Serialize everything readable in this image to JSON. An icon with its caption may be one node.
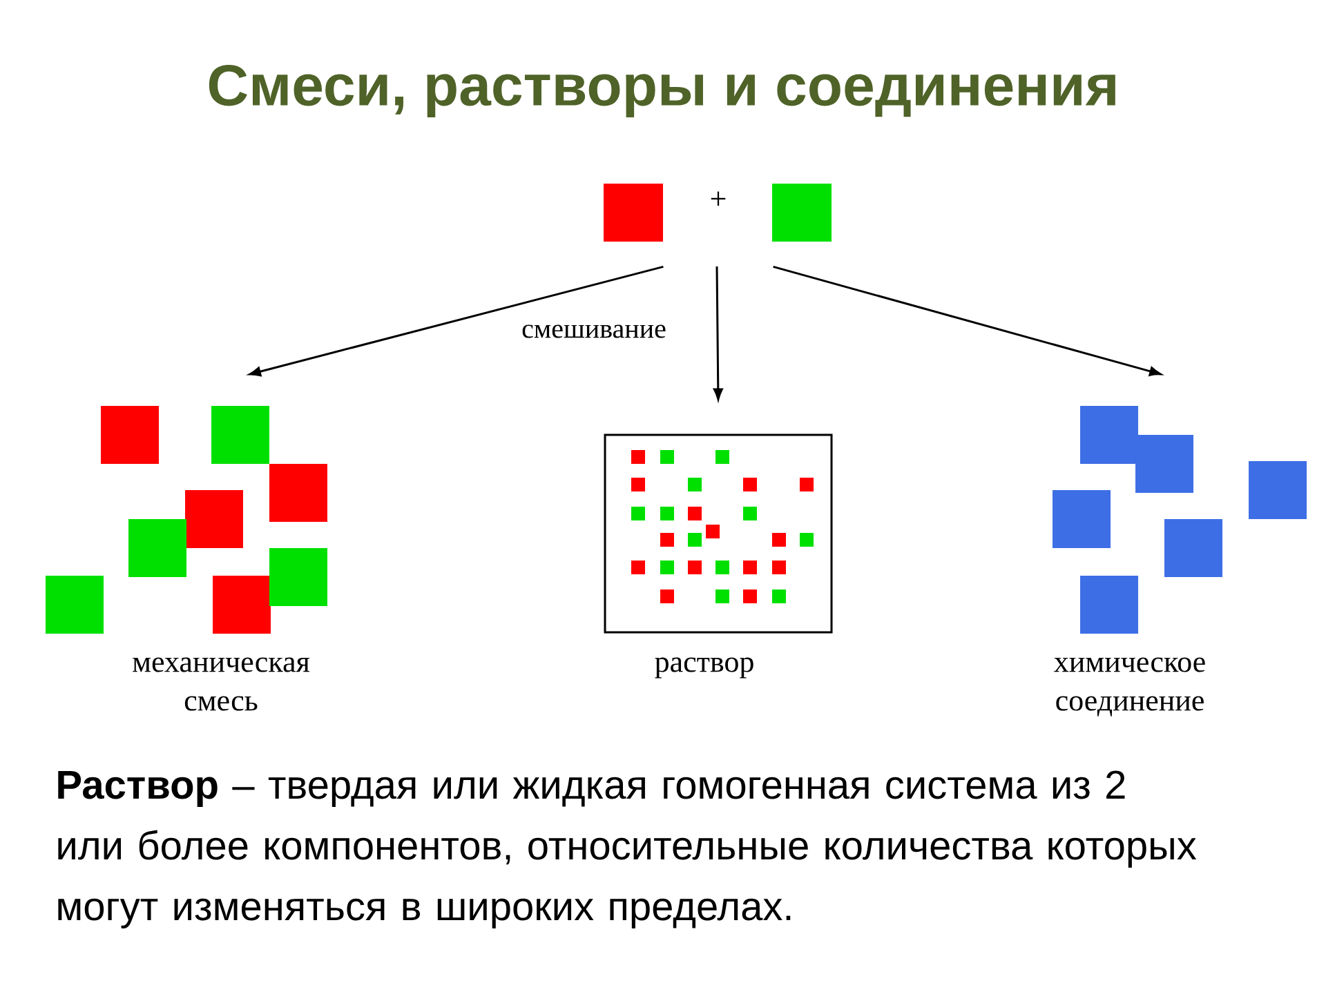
{
  "diagram": {
    "title": "Смеси, растворы и соединения",
    "nodes": [
      {
        "text": [],
        "shape": "box"
      },
      {
        "text": [],
        "shape": "box"
      },
      {
        "text": [],
        "shape": "picture",
        "beside": [
          "механическая смесь"
        ]
      },
      {
        "text": [],
        "shape": "box",
        "beside": [
          "раствор"
        ]
      },
      {
        "text": [],
        "shape": "picture",
        "beside": [
          "химическое соединение"
        ]
      }
    ],
    "edges": [
      {
        "from": 0,
        "to": 2,
        "arrow": "to"
      },
      {
        "from": null,
        "to": 3,
        "arrow": "to",
        "label": "смешивание"
      },
      {
        "from": 1,
        "to": 4,
        "arrow": "to"
      }
    ],
    "labels": [
      "+",
      "**Раствор** – твердая или жидкая гомогенная система из 2 или более компонентов, относительные количества которых могут изменяться в широких пределах."
    ]
  }
}
